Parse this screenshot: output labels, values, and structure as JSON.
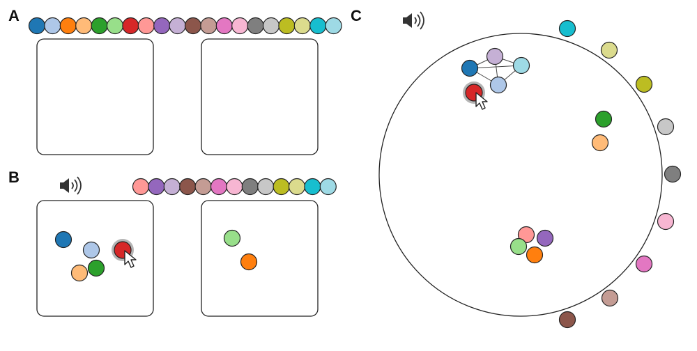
{
  "panels": {
    "a": {
      "label": "A"
    },
    "b": {
      "label": "B"
    },
    "c": {
      "label": "C"
    }
  },
  "palette": {
    "tab_blue": "#1f77b4",
    "light_blue": "#aec7e8",
    "orange": "#ff7f0e",
    "light_orange": "#ffbb78",
    "green": "#2ca02c",
    "light_green": "#98df8a",
    "red": "#d62728",
    "light_red": "#ff9896",
    "purple": "#9467bd",
    "light_purple": "#c5b0d5",
    "brown": "#8c564b",
    "light_brown": "#c49c94",
    "pink": "#e377c2",
    "light_pink": "#f7b6d2",
    "gray": "#7f7f7f",
    "light_gray": "#c7c7c7",
    "olive": "#bcbd22",
    "light_olive": "#dbdb8d",
    "cyan": "#17becf",
    "light_cyan": "#9edae5"
  },
  "icons": {
    "speaker": "speaker-icon",
    "cursor": "cursor-arrow-icon"
  }
}
